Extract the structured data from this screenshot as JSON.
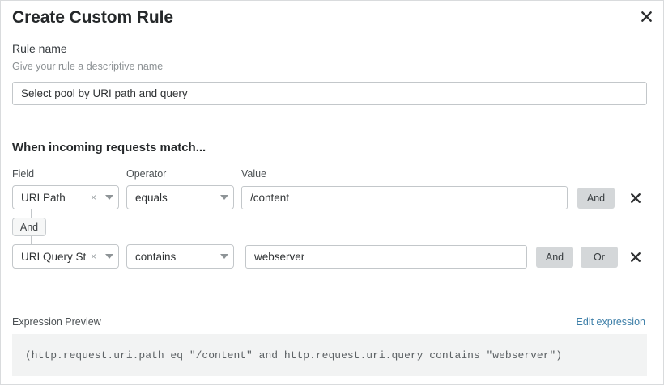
{
  "dialog": {
    "title": "Create Custom Rule",
    "close_icon": "close-icon"
  },
  "rule_name": {
    "label": "Rule name",
    "help": "Give your rule a descriptive name",
    "value": "Select pool by URI path and query",
    "placeholder": "Enter rule name"
  },
  "conditions": {
    "heading": "When incoming requests match...",
    "columns": {
      "field": "Field",
      "operator": "Operator",
      "value": "Value"
    },
    "connector_badge": "And",
    "rows": [
      {
        "field": "URI Path",
        "field_clear": "×",
        "operator": "equals",
        "value": "/content",
        "value_placeholder": "Enter value",
        "buttons": [
          "And"
        ],
        "delete_icon": "close-icon"
      },
      {
        "field": "URI Query St...",
        "field_clear": "×",
        "operator": "contains",
        "value": "webserver",
        "value_placeholder": "Enter value",
        "buttons": [
          "And",
          "Or"
        ],
        "delete_icon": "close-icon"
      }
    ]
  },
  "expression": {
    "label": "Expression Preview",
    "edit_link": "Edit expression",
    "code": "(http.request.uri.path eq \"/content\" and http.request.uri.query contains \"webserver\")"
  },
  "colors": {
    "link": "#3e7fa8",
    "button_bg": "#d4d7d9",
    "code_bg": "#f2f3f3",
    "border": "#c3c7ca"
  }
}
